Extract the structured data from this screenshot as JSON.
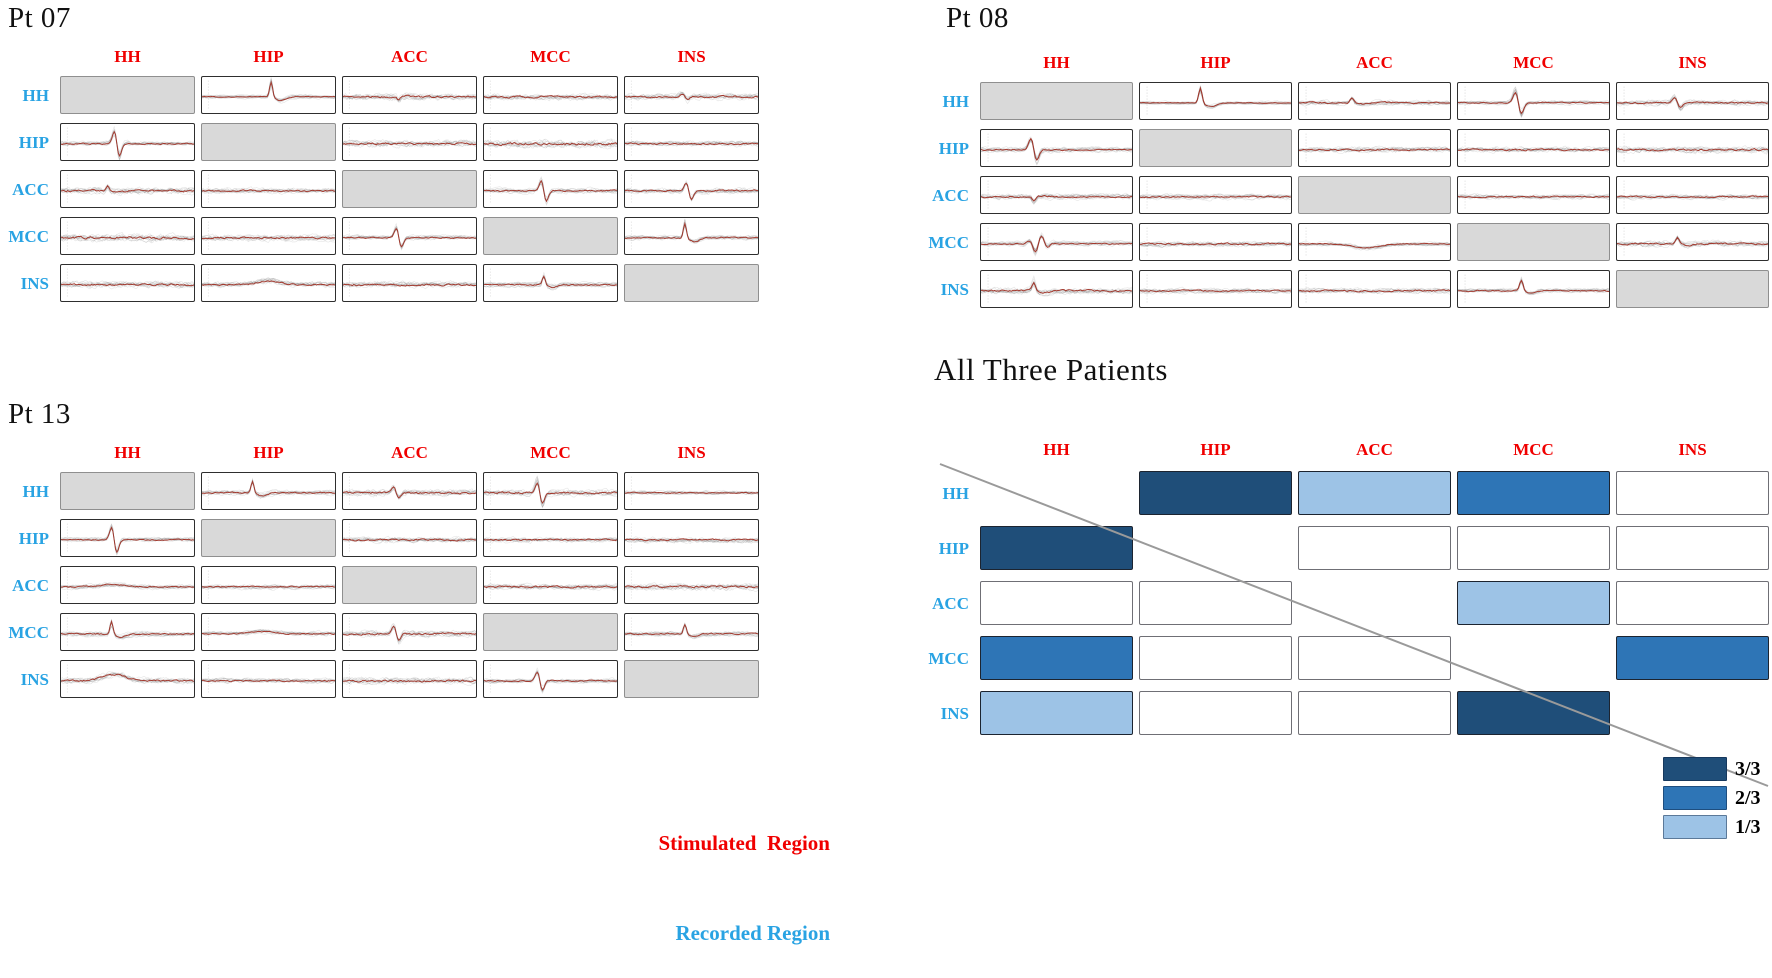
{
  "figure": {
    "panels": [
      {
        "id": "pt07",
        "title": "Pt 07"
      },
      {
        "id": "pt08",
        "title": "Pt 08"
      },
      {
        "id": "pt13",
        "title": "Pt 13"
      },
      {
        "id": "summary",
        "title": "All Three Patients"
      }
    ],
    "regions": [
      "HH",
      "HIP",
      "ACC",
      "MCC",
      "INS"
    ],
    "axis_legend": {
      "stimulated": "Stimulated  Region",
      "recorded": "Recorded Region"
    },
    "colors": {
      "stimulated_label": "#F00000",
      "recorded_label": "#29A3E3",
      "title_text": "#111111",
      "trace_mean": "#A03226",
      "trace_trials": "#555555",
      "self_cell_fill": "#D9D9D9",
      "count_3": "#1F4E79",
      "count_2": "#2E75B6",
      "count_1": "#9DC3E6",
      "count_0": "#FFFFFF",
      "diagonal_line": "#9A9A9A"
    }
  },
  "chart_data": [
    {
      "type": "line",
      "panel": "Pt 07",
      "columns_stimulated": [
        "HH",
        "HIP",
        "ACC",
        "MCC",
        "INS"
      ],
      "rows_recorded": [
        "HH",
        "HIP",
        "ACC",
        "MCC",
        "INS"
      ],
      "cell_format": "[response_shape, amplitude_0to1, noise_level_0to1, peak_time_fraction] or 'self' for gray stimulated=recorded cell",
      "cells": [
        [
          "self",
          [
            "pos",
            1.0,
            0.22,
            0.52
          ],
          [
            "neg",
            0.22,
            0.55,
            0.42
          ],
          [
            "none",
            0,
            0.5,
            0
          ],
          [
            "bi",
            0.2,
            0.5,
            0.45
          ]
        ],
        [
          [
            "bi",
            0.8,
            0.35,
            0.42
          ],
          "self",
          [
            "none",
            0,
            0.55,
            0
          ],
          [
            "none",
            0,
            0.65,
            0
          ],
          [
            "none",
            0,
            0.45,
            0
          ]
        ],
        [
          [
            "pos",
            0.3,
            0.55,
            0.35
          ],
          [
            "none",
            0,
            0.42,
            0
          ],
          "self",
          [
            "bi",
            0.65,
            0.4,
            0.45
          ],
          [
            "bi",
            0.5,
            0.45,
            0.48
          ]
        ],
        [
          [
            "none",
            0,
            0.65,
            0
          ],
          [
            "none",
            0,
            0.5,
            0
          ],
          [
            "bi",
            0.6,
            0.35,
            0.42
          ],
          "self",
          [
            "pos",
            0.95,
            0.35,
            0.45
          ]
        ],
        [
          [
            "none",
            0,
            0.5,
            0
          ],
          [
            "slow",
            0.25,
            0.45,
            0.5
          ],
          [
            "none",
            0,
            0.5,
            0
          ],
          [
            "pos",
            0.6,
            0.35,
            0.45
          ],
          "self"
        ]
      ]
    },
    {
      "type": "line",
      "panel": "Pt 08",
      "columns_stimulated": [
        "HH",
        "HIP",
        "ACC",
        "MCC",
        "INS"
      ],
      "rows_recorded": [
        "HH",
        "HIP",
        "ACC",
        "MCC",
        "INS"
      ],
      "cell_format": "[response_shape, amplitude_0to1, noise_level_0to1, peak_time_fraction] or 'self'",
      "cells": [
        [
          "self",
          [
            "pos",
            1.0,
            0.2,
            0.4
          ],
          [
            "pos",
            0.3,
            0.4,
            0.35
          ],
          [
            "bi",
            0.7,
            0.3,
            0.4
          ],
          [
            "bi",
            0.35,
            0.45,
            0.4
          ]
        ],
        [
          [
            "bi",
            0.7,
            0.4,
            0.35
          ],
          "self",
          [
            "none",
            0,
            0.45,
            0
          ],
          [
            "none",
            0,
            0.45,
            0
          ],
          [
            "none",
            0,
            0.55,
            0
          ]
        ],
        [
          [
            "neg",
            0.3,
            0.45,
            0.35
          ],
          [
            "none",
            0,
            0.4,
            0
          ],
          "self",
          [
            "none",
            0,
            0.4,
            0
          ],
          [
            "none",
            0,
            0.4,
            0
          ]
        ],
        [
          [
            "multi",
            0.6,
            0.35,
            0.38
          ],
          [
            "none",
            0,
            0.45,
            0
          ],
          [
            "slow",
            -0.25,
            0.3,
            0.45
          ],
          "self",
          [
            "pos",
            0.4,
            0.5,
            0.4
          ]
        ],
        [
          [
            "pos",
            0.55,
            0.5,
            0.35
          ],
          [
            "none",
            0,
            0.4,
            0
          ],
          [
            "none",
            0,
            0.45,
            0
          ],
          [
            "pos",
            0.7,
            0.35,
            0.42
          ],
          "self"
        ]
      ]
    },
    {
      "type": "line",
      "panel": "Pt 13",
      "columns_stimulated": [
        "HH",
        "HIP",
        "ACC",
        "MCC",
        "INS"
      ],
      "rows_recorded": [
        "HH",
        "HIP",
        "ACC",
        "MCC",
        "INS"
      ],
      "cell_format": "[response_shape, amplitude_0to1, noise_level_0to1, peak_time_fraction] or 'self'",
      "cells": [
        [
          "self",
          [
            "pos",
            0.8,
            0.35,
            0.38
          ],
          [
            "bi",
            0.35,
            0.55,
            0.4
          ],
          [
            "bi",
            0.7,
            0.5,
            0.42
          ],
          [
            "none",
            0,
            0.3,
            0
          ]
        ],
        [
          [
            "bi",
            0.8,
            0.3,
            0.4
          ],
          "self",
          [
            "none",
            0,
            0.45,
            0
          ],
          [
            "none",
            0,
            0.4,
            0
          ],
          [
            "none",
            0,
            0.45,
            0
          ]
        ],
        [
          [
            "slow",
            0.15,
            0.35,
            0.4
          ],
          [
            "none",
            0,
            0.35,
            0
          ],
          "self",
          [
            "none",
            0,
            0.5,
            0
          ],
          [
            "none",
            0,
            0.55,
            0
          ]
        ],
        [
          [
            "pos",
            0.8,
            0.4,
            0.38
          ],
          [
            "slow",
            0.15,
            0.35,
            0.45
          ],
          [
            "bi",
            0.45,
            0.5,
            0.4
          ],
          "self",
          [
            "pos",
            0.6,
            0.35,
            0.45
          ]
        ],
        [
          [
            "slow",
            0.4,
            0.45,
            0.4
          ],
          [
            "none",
            0,
            0.4,
            0
          ],
          [
            "none",
            0,
            0.55,
            0
          ],
          [
            "bi",
            0.6,
            0.35,
            0.42
          ],
          "self"
        ]
      ]
    },
    {
      "type": "heatmap",
      "panel": "All Three Patients",
      "columns_stimulated": [
        "HH",
        "HIP",
        "ACC",
        "MCC",
        "INS"
      ],
      "rows_recorded": [
        "HH",
        "HIP",
        "ACC",
        "MCC",
        "INS"
      ],
      "value_meaning": "number of patients (out of 3) showing a response; null = diagonal (same region)",
      "values": [
        [
          null,
          3,
          1,
          2,
          0
        ],
        [
          3,
          null,
          0,
          0,
          0
        ],
        [
          0,
          0,
          null,
          1,
          0
        ],
        [
          2,
          0,
          0,
          null,
          2
        ],
        [
          1,
          0,
          0,
          3,
          null
        ]
      ],
      "legend": [
        {
          "label": "3/3",
          "value": 3
        },
        {
          "label": "2/3",
          "value": 2
        },
        {
          "label": "1/3",
          "value": 1
        }
      ]
    }
  ]
}
